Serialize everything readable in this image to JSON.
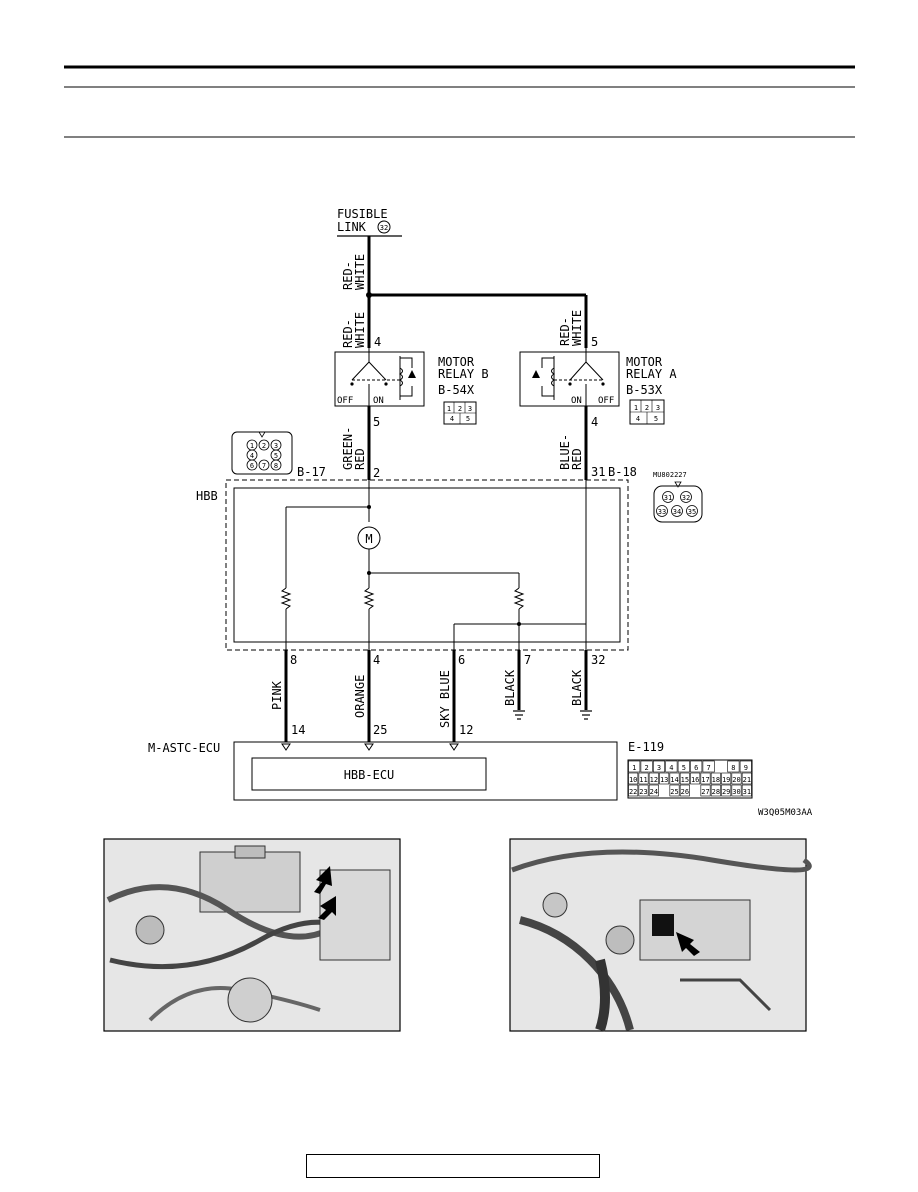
{
  "header": {
    "title": "",
    "subtitle": ""
  },
  "diagram": {
    "fusible_link": {
      "line1": "FUSIBLE",
      "line2": "LINK",
      "number": "32"
    },
    "wires": {
      "red_white_top_1": "RED-",
      "red_white_top_2": "WHITE",
      "red_white_b_1": "RED-",
      "red_white_b_2": "WHITE",
      "red_white_a_1": "RED-",
      "red_white_a_2": "WHITE",
      "green_red_1": "GREEN-",
      "green_red_2": "RED",
      "blue_red_1": "BLUE-",
      "blue_red_2": "RED",
      "pink": "PINK",
      "orange": "ORANGE",
      "sky_blue": "SKY BLUE",
      "black_1": "BLACK",
      "black_2": "BLACK"
    },
    "relay_b": {
      "line1": "MOTOR",
      "line2": "RELAY B",
      "code": "B-54X",
      "pin_top": "4",
      "pin_bottom": "5",
      "off": "OFF",
      "on": "ON",
      "pins": [
        "1",
        "2",
        "3",
        "4",
        "5"
      ]
    },
    "relay_a": {
      "line1": "MOTOR",
      "line2": "RELAY A",
      "code": "B-53X",
      "pin_top": "5",
      "pin_bottom": "4",
      "off": "OFF",
      "on": "ON",
      "pins": [
        "1",
        "2",
        "3",
        "4",
        "5"
      ]
    },
    "hbb": {
      "label": "HBB",
      "conn_left": "B-17",
      "conn_right": "B-18",
      "pin_left_top": "2",
      "pin_right_top": "31",
      "motor": "M",
      "bottom_pins": [
        "8",
        "4",
        "6",
        "7",
        "32"
      ],
      "conn_code": "MU802227",
      "b17_pins": [
        "1",
        "2",
        "3",
        "4",
        "5",
        "6",
        "7",
        "8"
      ],
      "b18_pins": [
        "31",
        "32",
        "33",
        "34",
        "35"
      ]
    },
    "ecu": {
      "label": "M-ASTC-ECU",
      "inner": "HBB-ECU",
      "pins": [
        "14",
        "25",
        "12"
      ],
      "conn": "E-119",
      "pins_row1": [
        "1",
        "2",
        "3",
        "4",
        "5",
        "6",
        "7",
        "",
        "8",
        "9"
      ],
      "pins_row2": [
        "10",
        "11",
        "12",
        "13",
        "14",
        "15",
        "16",
        "17",
        "18",
        "19",
        "20",
        "21"
      ],
      "pins_row3": [
        "22",
        "23",
        "24",
        "",
        "25",
        "26",
        "",
        "27",
        "28",
        "29",
        "30",
        "31"
      ]
    },
    "figure_code": "W3Q05M03AA"
  },
  "footer": {
    "text": ""
  }
}
